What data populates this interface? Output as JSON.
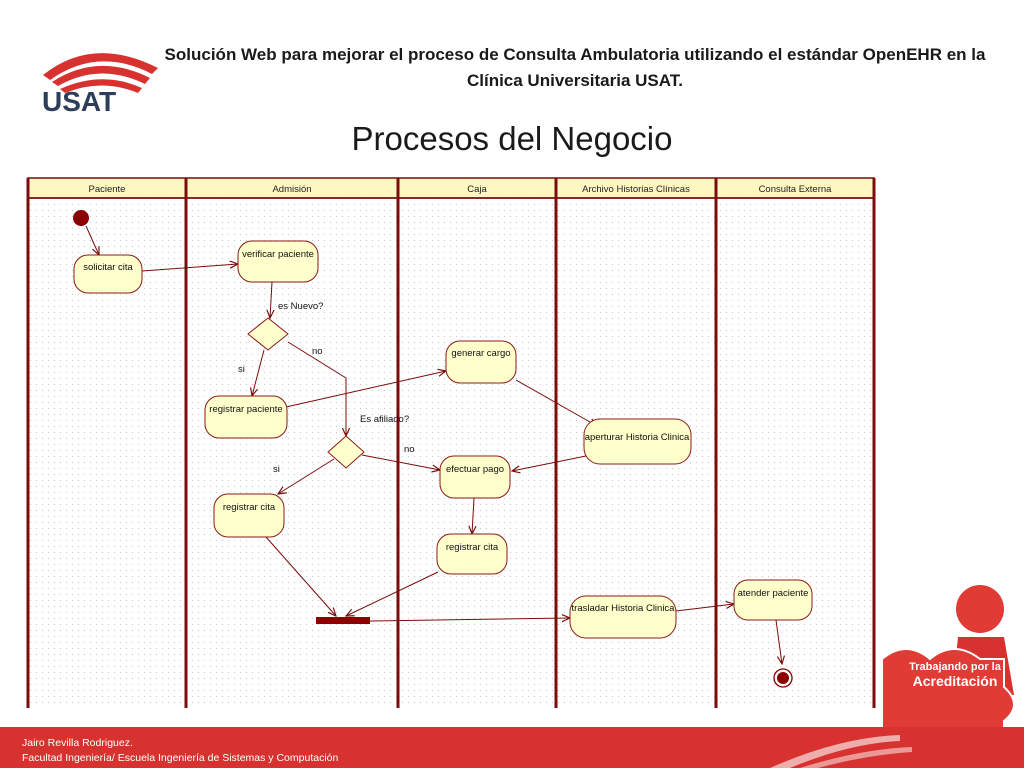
{
  "slide": {
    "logo_text": "USAT",
    "header_title": "Solución Web para mejorar el proceso de Consulta Ambulatoria utilizando el estándar OpenEHR en la Clínica Universitaria USAT.",
    "section_title": "Procesos del Negocio",
    "footer_author": "Jairo Revilla Rodriguez.",
    "footer_faculty": "Facultad  Ingeniería/ Escuela Ingeniería de Sistemas y Computación",
    "badge_line1": "Trabajando por la",
    "badge_line2": "Acreditación"
  },
  "colors": {
    "brand_red": "#d7322f",
    "lane_header": "#fff6c2",
    "lane_line": "#7a0c0c",
    "activity_fill": "#ffffcc",
    "activity_stroke": "#8b1a1a",
    "decision_fill": "#ffffcc",
    "node_fill": "#8b0000"
  },
  "diagram": {
    "lanes": [
      "Paciente",
      "Admisión",
      "Caja",
      "Archivo Historias Clínicas",
      "Consulta Externa"
    ],
    "activities": [
      {
        "id": "a1",
        "label": "solicitar cita",
        "lane": "Paciente"
      },
      {
        "id": "a2",
        "label": "verificar paciente",
        "lane": "Admisión"
      },
      {
        "id": "a3",
        "label": "registrar paciente",
        "lane": "Admisión"
      },
      {
        "id": "a4",
        "label": "registrar cita",
        "lane": "Admisión"
      },
      {
        "id": "a5",
        "label": "generar cargo",
        "lane": "Caja"
      },
      {
        "id": "a6",
        "label": "efectuar pago",
        "lane": "Caja"
      },
      {
        "id": "a7",
        "label": "registrar cita",
        "lane": "Caja"
      },
      {
        "id": "a8",
        "label": "aperturar Historia Clinica",
        "lane": "Archivo Historias Clínicas"
      },
      {
        "id": "a9",
        "label": "trasladar Historia Clinica",
        "lane": "Archivo Historias Clínicas"
      },
      {
        "id": "a10",
        "label": "atender paciente",
        "lane": "Consulta Externa"
      }
    ],
    "decisions": [
      {
        "id": "d1",
        "label": "es Nuevo?"
      },
      {
        "id": "d2",
        "label": "Es afiliado?"
      }
    ],
    "guards": [
      {
        "id": "g1",
        "label": "si"
      },
      {
        "id": "g2",
        "label": "no"
      },
      {
        "id": "g3",
        "label": "si"
      },
      {
        "id": "g4",
        "label": "no"
      }
    ]
  }
}
